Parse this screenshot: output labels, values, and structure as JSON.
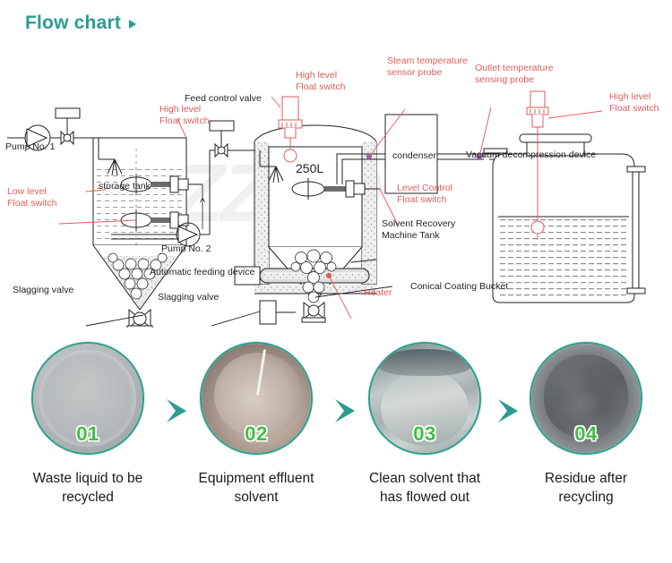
{
  "header": {
    "title": "Flow chart",
    "arrow_icon": "triangle-right-icon"
  },
  "diagram": {
    "watermark": "ZZKD",
    "volume_label": "250L",
    "labels": [
      {
        "id": "pump-no-1",
        "text": "Pump No. 1",
        "color": "#231f20"
      },
      {
        "id": "storage-tank",
        "text": "storage tank",
        "color": "#231f20"
      },
      {
        "id": "low-level-float-switch",
        "text": "Low level\nFloat switch",
        "color": "#e05c5c"
      },
      {
        "id": "high-level-float-switch-1",
        "text": "High level\nFloat switch",
        "color": "#e05c5c"
      },
      {
        "id": "feed-control-valve",
        "text": "Feed control valve",
        "color": "#231f20"
      },
      {
        "id": "high-level-float-switch-2",
        "text": "High level\nFloat switch",
        "color": "#e05c5c"
      },
      {
        "id": "steam-temperature-sensor-probe",
        "text": "Steam temperature\nsensor probe",
        "color": "#e05c5c"
      },
      {
        "id": "outlet-temperature-sensing-probe",
        "text": "Outlet temperature\nsensing probe",
        "color": "#e05c5c"
      },
      {
        "id": "high-level-float-switch-3",
        "text": "High level\nFloat switch",
        "color": "#e05c5c"
      },
      {
        "id": "condenser",
        "text": "condenser",
        "color": "#231f20"
      },
      {
        "id": "vacuum-decompression-device",
        "text": "Vacuum decompression device",
        "color": "#231f20"
      },
      {
        "id": "level-control-float-switch",
        "text": "Level Control\nFloat switch",
        "color": "#e05c5c"
      },
      {
        "id": "solvent-recovery-machine-tank",
        "text": "Solvent Recovery\nMachine Tank",
        "color": "#231f20"
      },
      {
        "id": "conical-coating-bucket",
        "text": "Conical Coating Bucket",
        "color": "#231f20"
      },
      {
        "id": "heater",
        "text": "Heater",
        "color": "#e05c5c"
      },
      {
        "id": "pump-no-2",
        "text": "Pump No. 2",
        "color": "#231f20"
      },
      {
        "id": "automatic-feeding-device",
        "text": "Automatic feeding device",
        "color": "#231f20"
      },
      {
        "id": "slagging-valve-left",
        "text": "Slagging valve",
        "color": "#231f20"
      },
      {
        "id": "slagging-valve-right",
        "text": "Slagging valve",
        "color": "#231f20"
      }
    ]
  },
  "process_steps": [
    {
      "number": "01",
      "caption": "Waste liquid to be recycled",
      "image": "grey-waste-liquid-drum-photo"
    },
    {
      "number": "02",
      "caption": "Equipment effluent solvent",
      "image": "stainless-bowl-effluent-photo"
    },
    {
      "number": "03",
      "caption": "Clean solvent that has flowed out",
      "image": "clean-stainless-drum-photo"
    },
    {
      "number": "04",
      "caption": "Residue after recycling",
      "image": "dark-residue-in-drum-photo"
    }
  ],
  "colors": {
    "accent_teal": "#2a9d8f",
    "badge_green": "#3fbf47",
    "annotation_red": "#e05c5c",
    "line_dark": "#231f20",
    "background": "#ffffff"
  }
}
